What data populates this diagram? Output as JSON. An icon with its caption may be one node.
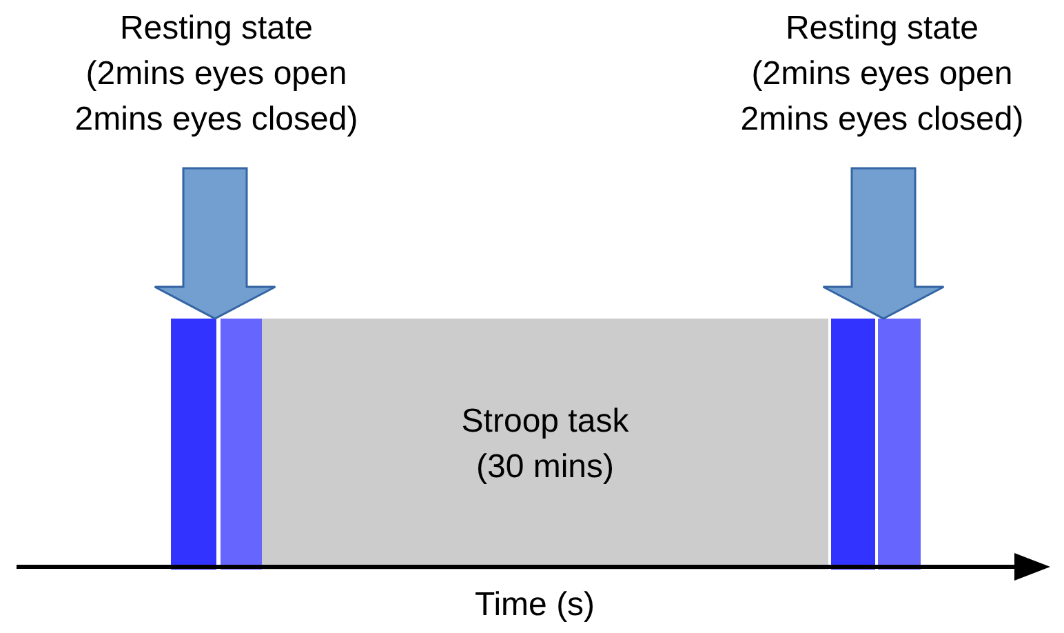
{
  "diagram": {
    "nodes": [
      {
        "text": [
          "Resting state",
          "(2mins eyes open 2mins eyes closed)"
        ]
      },
      {
        "text": [],
        "shape": "bar"
      },
      {
        "text": [],
        "shape": "bar"
      },
      {
        "text": [
          "Stroop task (30 mins)"
        ]
      },
      {
        "text": [
          "Resting state",
          "(2mins eyes open 2mins eyes closed)"
        ]
      },
      {
        "text": [],
        "shape": "bar"
      },
      {
        "text": [],
        "shape": "bar"
      }
    ],
    "edges": [
      {
        "from": 0,
        "to": 1,
        "arrow": "to",
        "style": "thick"
      },
      {
        "from": 4,
        "to": 6,
        "arrow": "to",
        "style": "thick"
      }
    ],
    "labels": [
      "Time (s)"
    ]
  }
}
